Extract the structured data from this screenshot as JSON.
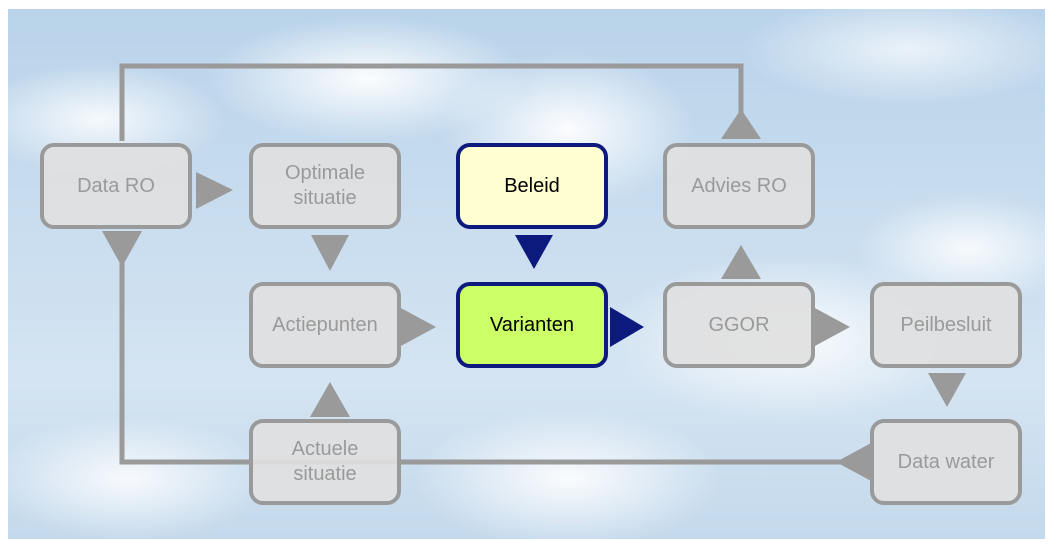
{
  "diagram": {
    "nodes": {
      "data_ro": "Data RO",
      "optimale_situatie": "Optimale\nsituatie",
      "beleid": "Beleid",
      "advies_ro": "Advies RO",
      "actiepunten": "Actiepunten",
      "varianten": "Varianten",
      "ggor": "GGOR",
      "peilbesluit": "Peilbesluit",
      "actuele_situatie": "Actuele\nsituatie",
      "data_water": "Data water"
    },
    "colors": {
      "grey_fill": "#e0e0e0",
      "grey_border": "#9a9a9a",
      "highlight_border": "#0d1a7d",
      "beleid_fill": "#ffffd2",
      "varianten_fill": "#ccff66"
    }
  }
}
